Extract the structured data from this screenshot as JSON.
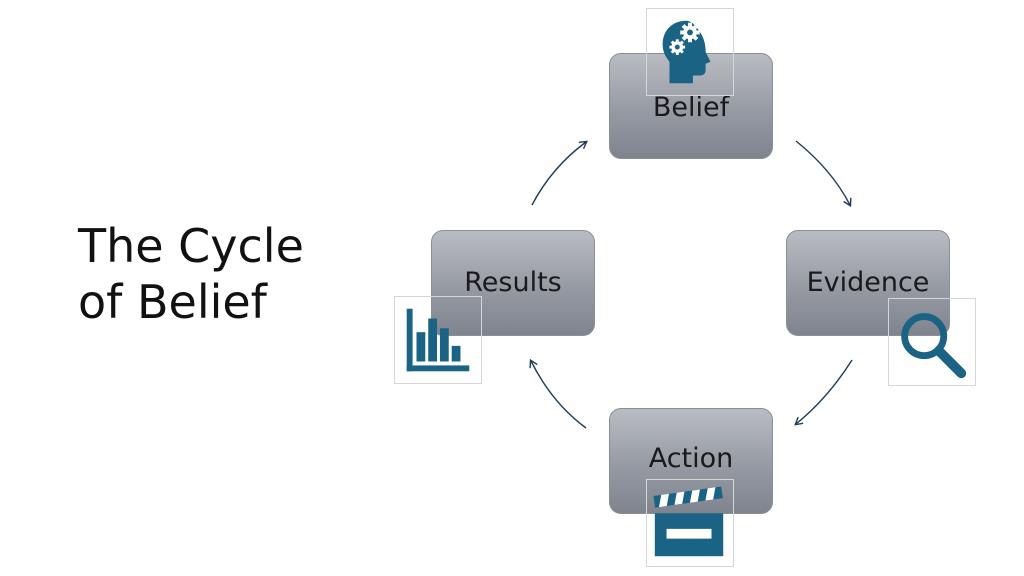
{
  "title": {
    "line1": "The Cycle",
    "line2": "of Belief"
  },
  "nodes": [
    {
      "label": "Belief",
      "icon": "head-gears-icon"
    },
    {
      "label": "Evidence",
      "icon": "magnifier-icon"
    },
    {
      "label": "Action",
      "icon": "clapperboard-icon"
    },
    {
      "label": "Results",
      "icon": "bar-chart-icon"
    }
  ],
  "colors": {
    "icon": "#1b6384",
    "arrow": "#1f3b55",
    "box": "#9aa0a8"
  }
}
